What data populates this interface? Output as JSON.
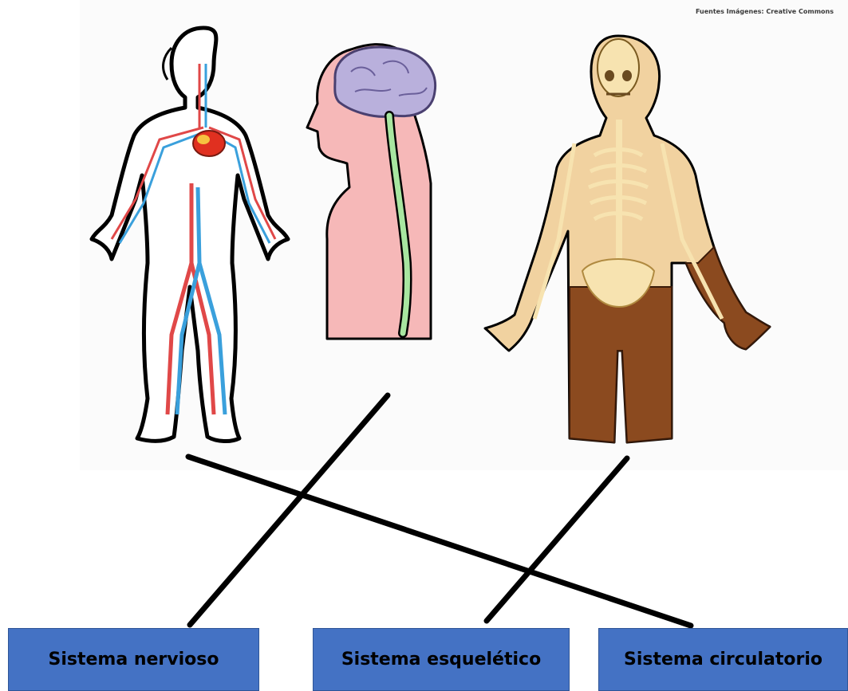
{
  "credits": "Fuentes Imágenes: Creative Commons",
  "labels": {
    "nervioso": "Sistema nervioso",
    "esqueletico": "Sistema esquelético",
    "circulatorio": "Sistema circulatorio"
  },
  "colors": {
    "label_box": "#4472c4",
    "line": "#000000",
    "head_silhouette": "#f6b8b8",
    "brain": "#b9b0dc",
    "spinal_cord": "#a8e6a0",
    "skin": "#f1d2a0",
    "trousers": "#8b4a1f",
    "artery": "#e04848",
    "vein": "#3aa0dc"
  },
  "icons": [
    "circulatory-figure-icon",
    "nervous-head-icon",
    "skeleton-figure-icon"
  ],
  "connections": [
    {
      "from": "circulatory-figure",
      "to": "Sistema circulatorio"
    },
    {
      "from": "nervous-head",
      "to": "Sistema nervioso"
    },
    {
      "from": "skeleton-figure",
      "to": "Sistema esquelético"
    }
  ]
}
